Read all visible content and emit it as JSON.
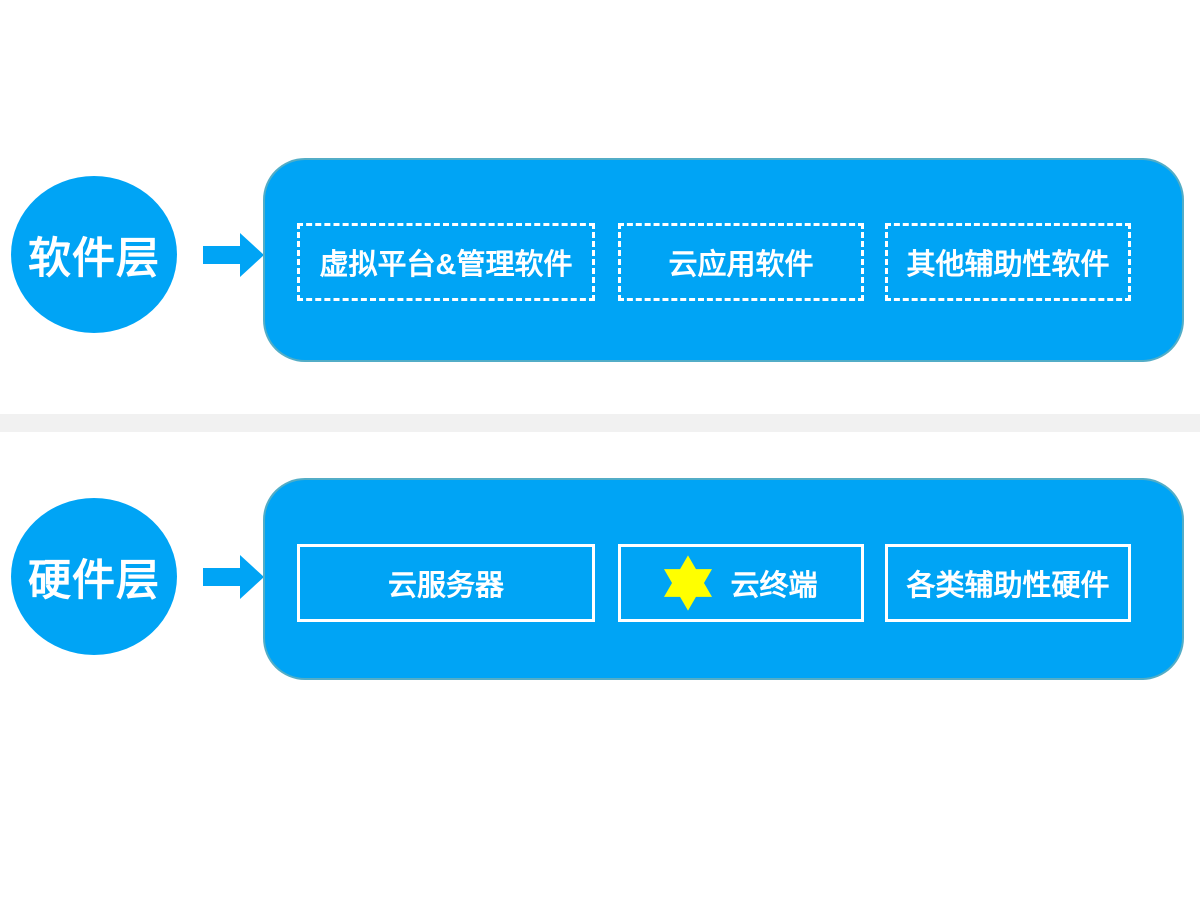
{
  "diagram": {
    "title": "",
    "software_layer": {
      "label": "软件层",
      "items": [
        {
          "label": "虚拟平台&管理软件"
        },
        {
          "label": "云应用软件"
        },
        {
          "label": "其他辅助性软件"
        }
      ]
    },
    "hardware_layer": {
      "label": "硬件层",
      "items": [
        {
          "label": "云服务器"
        },
        {
          "label": "云终端",
          "starred": true
        },
        {
          "label": "各类辅助性硬件"
        }
      ]
    },
    "colors": {
      "primary_blue": "#00A4F5",
      "star_yellow": "#FFFF00",
      "divider_gray": "#F1F1F1",
      "text_white": "#FFFFFF"
    }
  }
}
